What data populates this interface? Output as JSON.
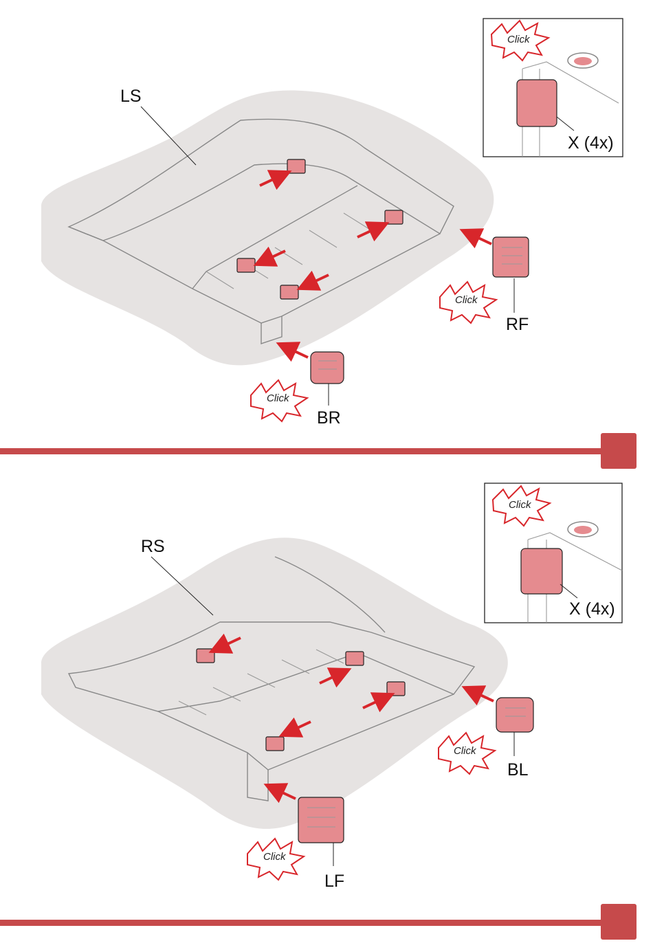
{
  "colors": {
    "accent_red": "#c64a4b",
    "part_pink": "#e58b8f",
    "arrow_red": "#d8262b",
    "halo_gray": "#e6e3e2"
  },
  "steps": [
    {
      "panel_label": "LS",
      "end_labels": [
        "RF",
        "BR"
      ],
      "click_text": "Click",
      "inset": {
        "click_text": "Click",
        "part_label": "X (4x)"
      }
    },
    {
      "panel_label": "RS",
      "end_labels": [
        "BL",
        "LF"
      ],
      "click_text": "Click",
      "inset": {
        "click_text": "Click",
        "part_label": "X (4x)"
      }
    }
  ]
}
